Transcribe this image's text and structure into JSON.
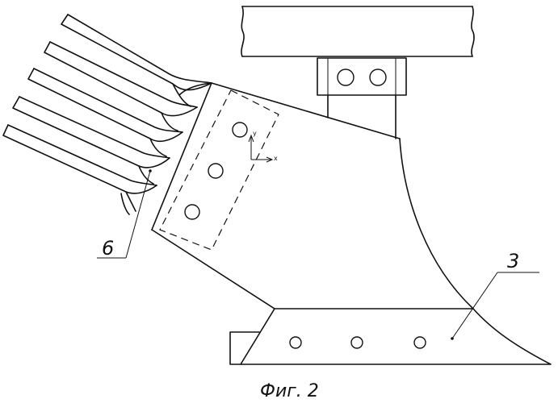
{
  "figure": {
    "caption": "Фиг. 2",
    "labels": {
      "part_6": "6",
      "part_3": "3"
    },
    "axes": {
      "x": "x",
      "y": "y"
    }
  }
}
